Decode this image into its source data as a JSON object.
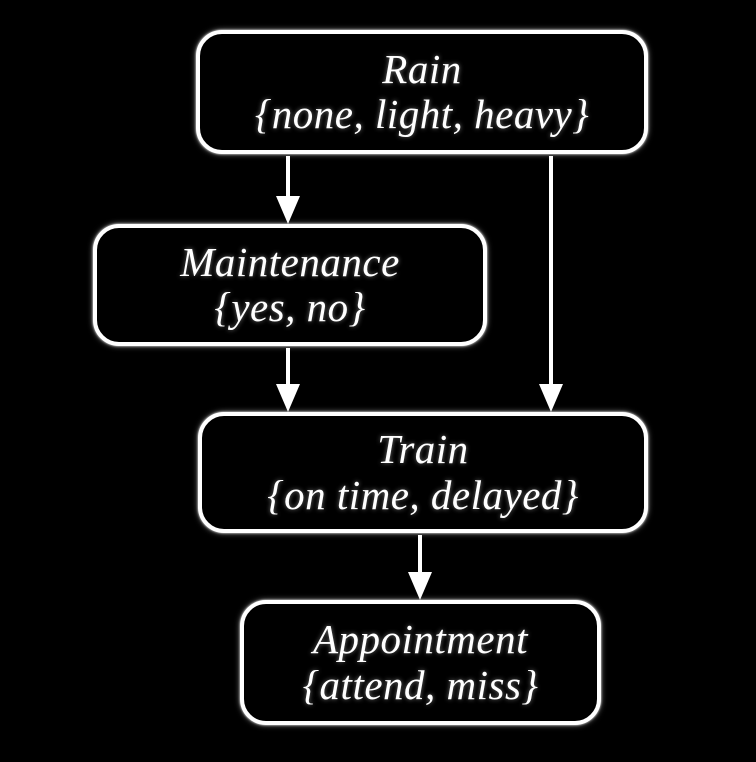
{
  "diagram": {
    "type": "causal-dag",
    "background_color": "#000000",
    "node_border_color": "#ffffff",
    "text_color": "#ffffff",
    "edge_color": "#ffffff",
    "nodes": [
      {
        "id": "rain",
        "name": "Rain",
        "domain": "{none, light, heavy}"
      },
      {
        "id": "maintenance",
        "name": "Maintenance",
        "domain": "{yes, no}"
      },
      {
        "id": "train",
        "name": "Train",
        "domain": "{on time, delayed}"
      },
      {
        "id": "appointment",
        "name": "Appointment",
        "domain": "{attend, miss}"
      }
    ],
    "edges": [
      {
        "id": "rain-to-maintenance",
        "from": "Rain",
        "to": "Maintenance"
      },
      {
        "id": "rain-to-train",
        "from": "Rain",
        "to": "Train"
      },
      {
        "id": "maintenance-to-train",
        "from": "Maintenance",
        "to": "Train"
      },
      {
        "id": "train-to-appointment",
        "from": "Train",
        "to": "Appointment"
      }
    ]
  }
}
